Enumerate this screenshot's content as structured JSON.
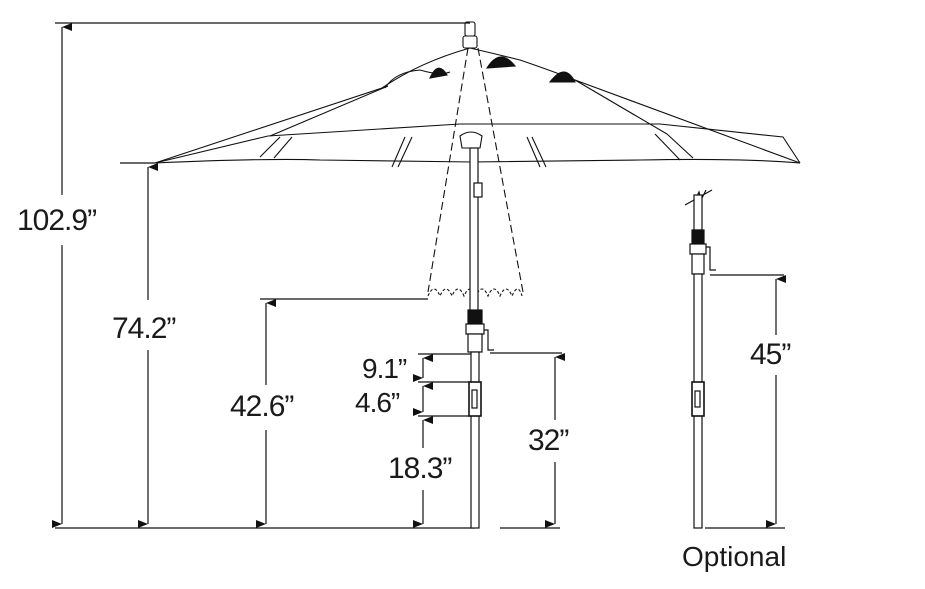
{
  "diagram": {
    "subject": "Patio umbrella dimensions",
    "dimensions": {
      "overall_height": "102.9”",
      "canopy_edge_height": "74.2”",
      "closed_canopy_bottom_height": "42.6”",
      "upper_segment": "9.1”",
      "middle_segment": "4.6”",
      "lower_segment": "18.3”",
      "crank_height": "32”",
      "optional_crank_height": "45”"
    },
    "caption_optional": "Optional"
  }
}
